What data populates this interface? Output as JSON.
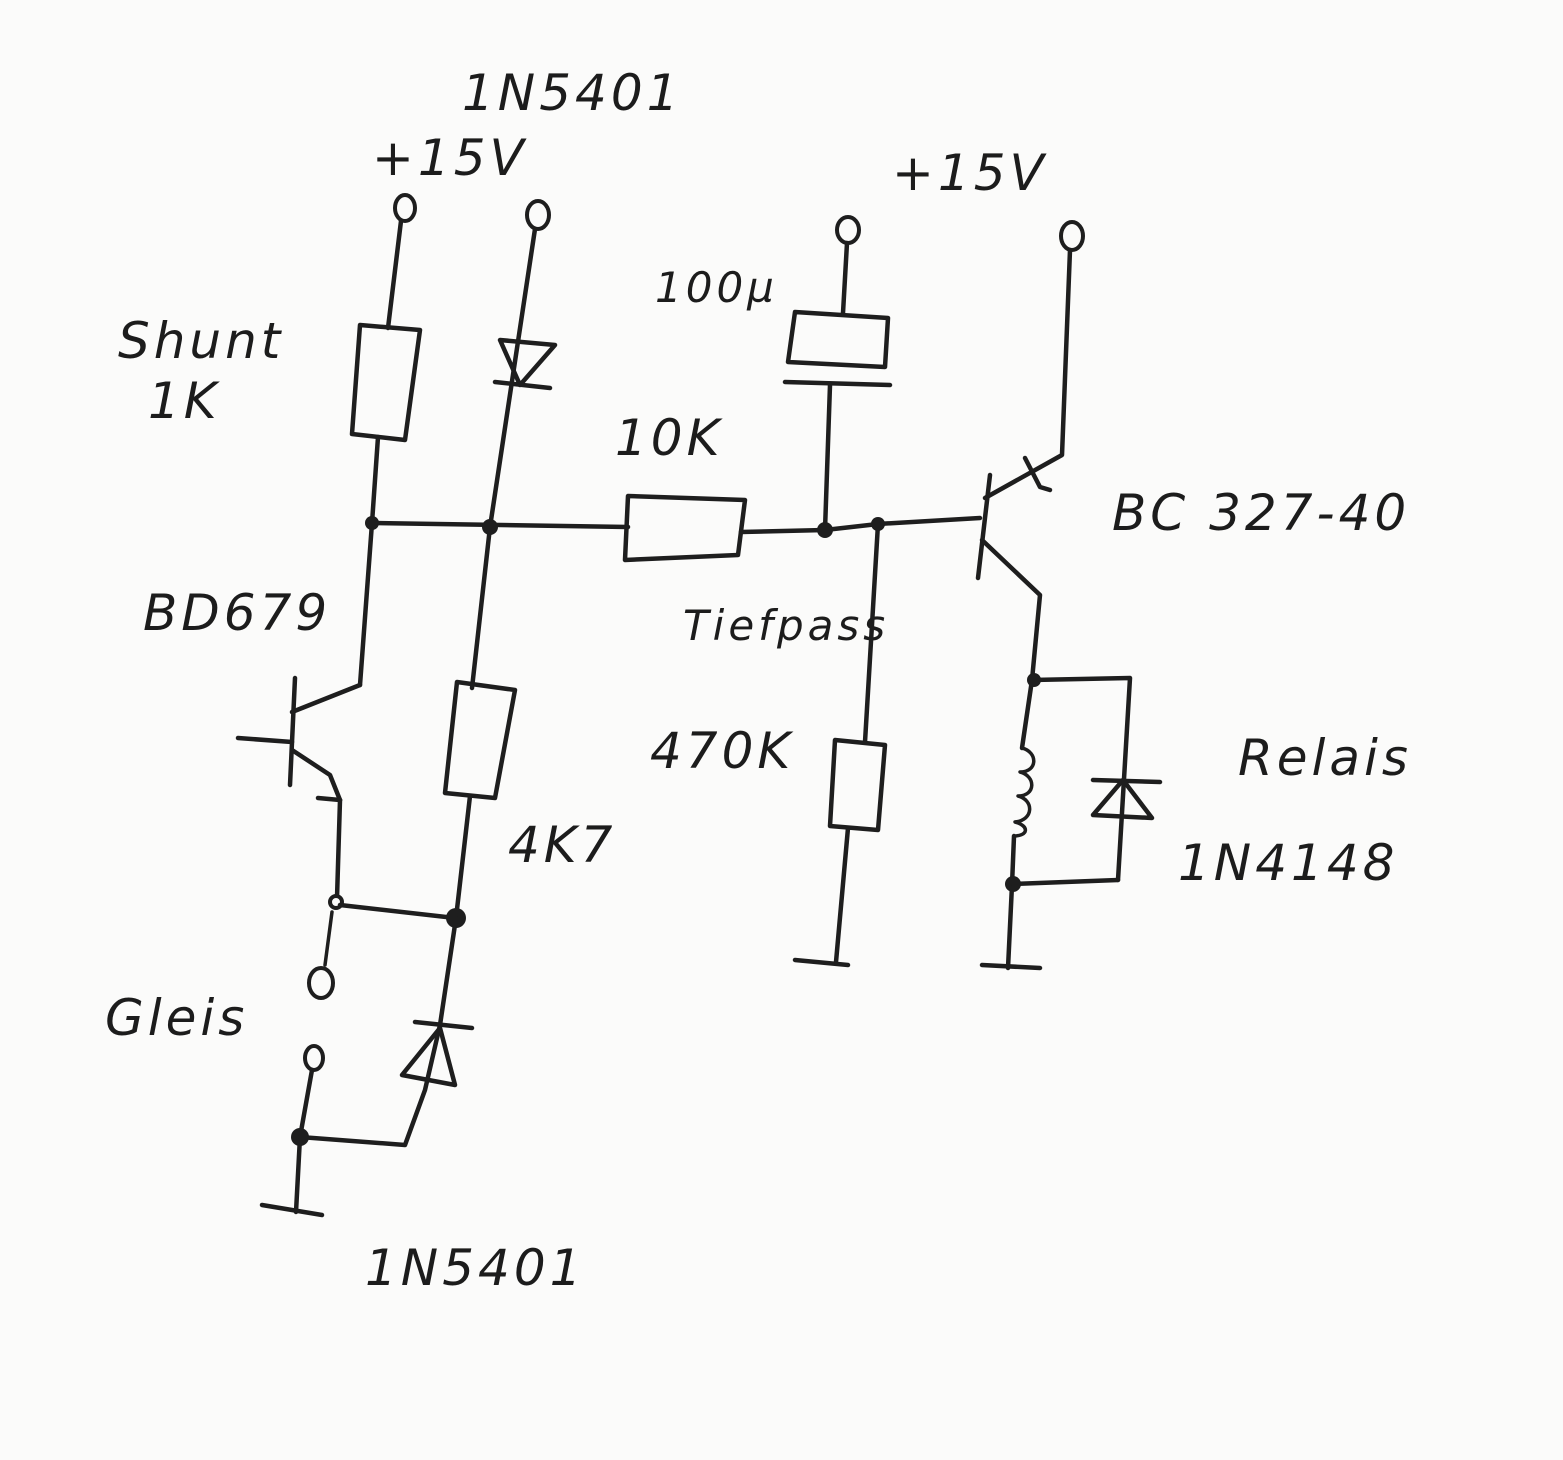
{
  "labels": {
    "diode_top": "1N5401",
    "supply_left": "+15V",
    "supply_right": "+15V",
    "shunt_name": "Shunt",
    "shunt_value": "1K",
    "cap_value": "100µ",
    "res_10k": "10K",
    "transistor_right": "BC 327-40",
    "transistor_left": "BD679",
    "lowpass": "Tiefpass",
    "res_470k": "470K",
    "res_4k7": "4K7",
    "relay": "Relais",
    "diode_relay": "1N4148",
    "track": "Gleis",
    "diode_bottom": "1N5401"
  }
}
